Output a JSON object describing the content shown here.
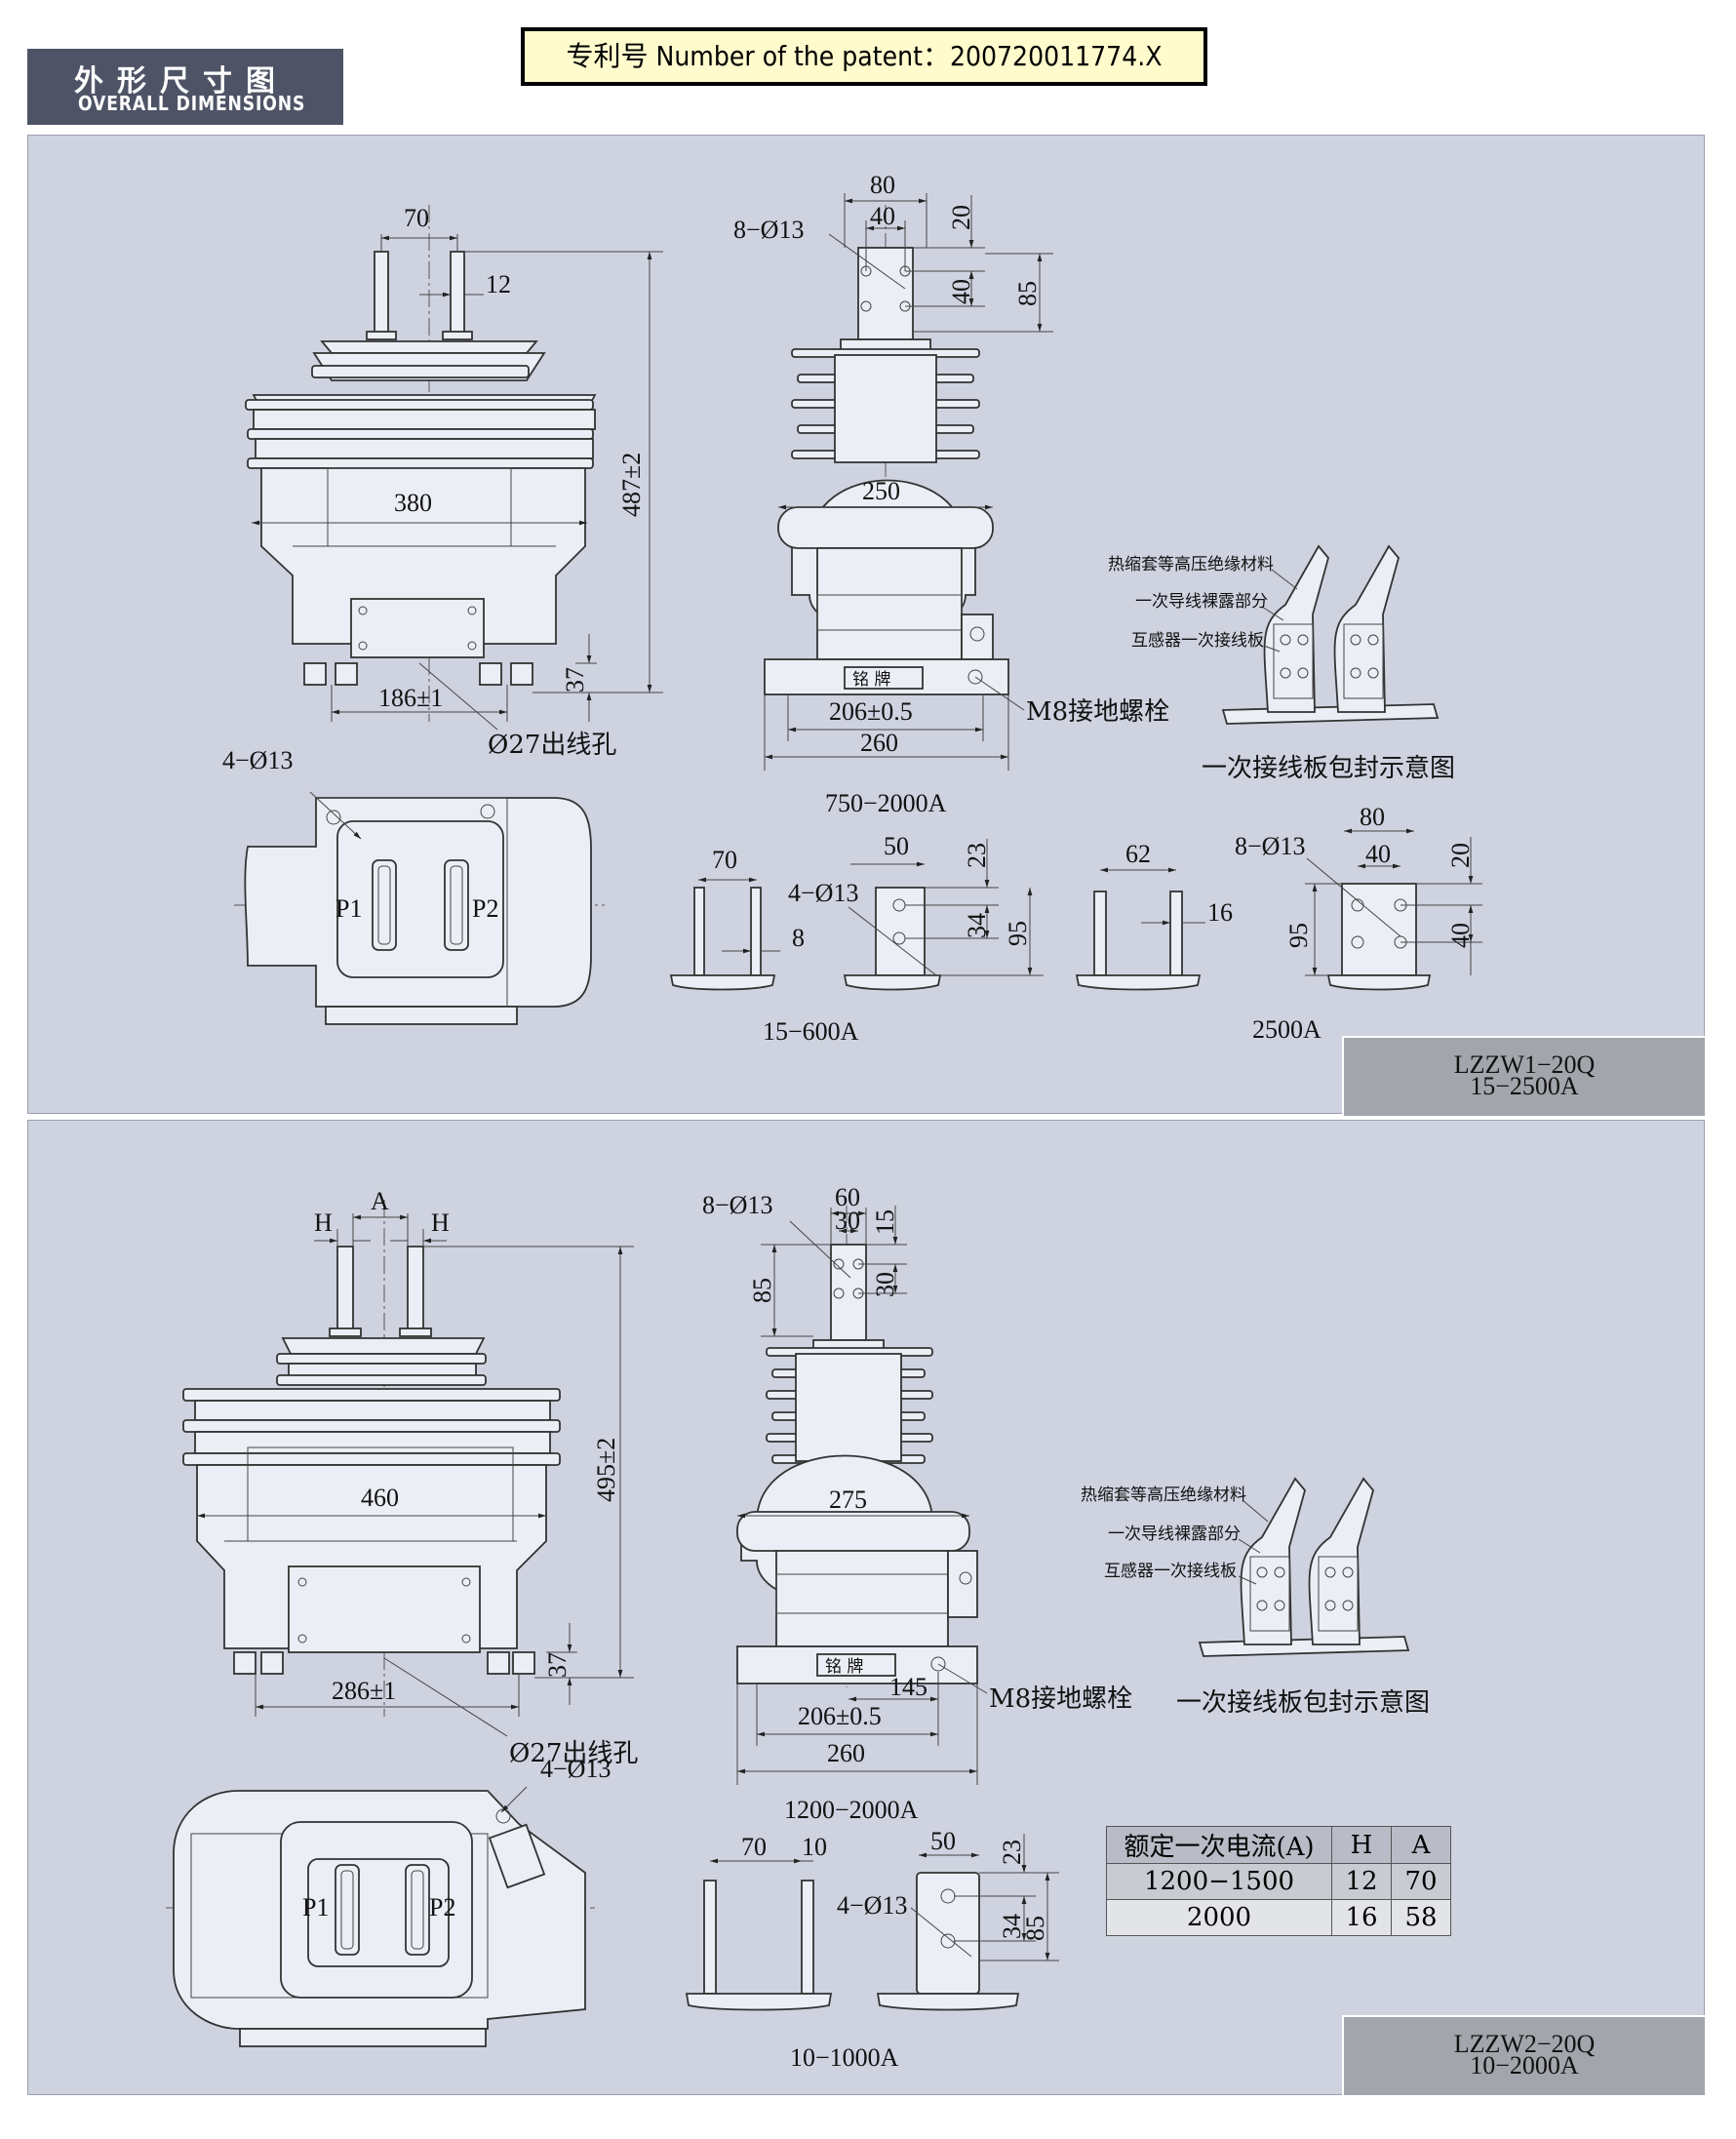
{
  "header": {
    "title_cn": "外形尺寸图",
    "title_en": "OVERALL DIMENSIONS",
    "patent": "专利号 Number of the patent：200720011774.X"
  },
  "top": {
    "front": {
      "d70": "70",
      "d12": "12",
      "d380": "380",
      "d487": "487±2",
      "d186": "186±1",
      "d37": "37",
      "hole": "Ø27出线孔"
    },
    "side": {
      "d80": "80",
      "d40a": "40",
      "d20": "20",
      "d40b": "40",
      "d85": "85",
      "holes": "8−Ø13",
      "d250": "250",
      "nameplate": "铭  牌",
      "d206": "206±0.5",
      "d260": "260",
      "ground": "M8接地螺栓",
      "range": "750−2000A"
    },
    "plan": {
      "holes": "4−Ø13",
      "p1": "P1",
      "p2": "P2"
    },
    "terminal": {
      "label1": "热缩套等高压绝缘材料",
      "label2": "一次导线裸露部分",
      "label3": "互感器一次接线板",
      "caption": "一次接线板包封示意图"
    },
    "var600": {
      "d70": "70",
      "d8": "8",
      "d50": "50",
      "d23": "23",
      "holes": "4−Ø13",
      "d34": "34",
      "d95": "95",
      "caption": "15−600A"
    },
    "var2500": {
      "d62": "62",
      "d16": "16",
      "d80": "80",
      "d40a": "40",
      "d20": "20",
      "holes": "8−Ø13",
      "d95": "95",
      "d40b": "40",
      "caption": "2500A"
    },
    "model": {
      "name": "LZZW1−20Q",
      "range": "15−2500A"
    }
  },
  "bottom": {
    "front": {
      "dA": "A",
      "dH1": "H",
      "dH2": "H",
      "d460": "460",
      "d495": "495±2",
      "d286": "286±1",
      "d37": "37",
      "hole": "Ø27出线孔"
    },
    "side": {
      "holes": "8−Ø13",
      "d60": "60",
      "d30a": "30",
      "d15": "15",
      "d85": "85",
      "d30b": "30",
      "d275": "275",
      "nameplate": "铭  牌",
      "d145": "145",
      "d206": "206±0.5",
      "d260": "260",
      "ground": "M8接地螺栓",
      "range": "1200−2000A"
    },
    "plan": {
      "holes": "4−Ø13",
      "p1": "P1",
      "p2": "P2"
    },
    "terminal": {
      "label1": "热缩套等高压绝缘材料",
      "label2": "一次导线裸露部分",
      "label3": "互感器一次接线板",
      "caption": "一次接线板包封示意图"
    },
    "var1000": {
      "d70": "70",
      "d10": "10",
      "d50": "50",
      "d23": "23",
      "holes": "4−Ø13",
      "d34": "34",
      "d85": "85",
      "caption": "10−1000A"
    },
    "table": {
      "headers": [
        "额定一次电流(A)",
        "H",
        "A"
      ],
      "rows": [
        [
          "1200−1500",
          "12",
          "70"
        ],
        [
          "2000",
          "16",
          "58"
        ]
      ]
    },
    "model": {
      "name": "LZZW2−20Q",
      "range": "10−2000A"
    }
  }
}
